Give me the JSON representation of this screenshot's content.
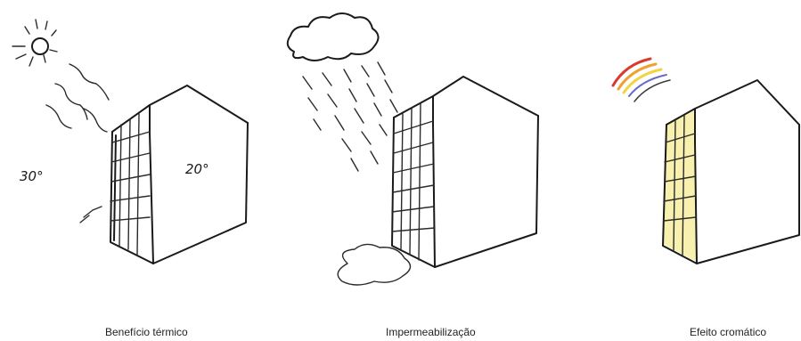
{
  "panels": [
    {
      "caption": "Benefício térmico",
      "temp_outside": "30°",
      "temp_inside": "20°"
    },
    {
      "caption": "Impermeabilização"
    },
    {
      "caption": "Efeito cromático"
    }
  ],
  "colors": {
    "ink": "#1a1a1a",
    "facade_yellow": "#f3e36b",
    "rainbow": [
      "#d83a2b",
      "#f0a030",
      "#f2d442",
      "#6a6ac8",
      "#3a3a3a"
    ]
  }
}
